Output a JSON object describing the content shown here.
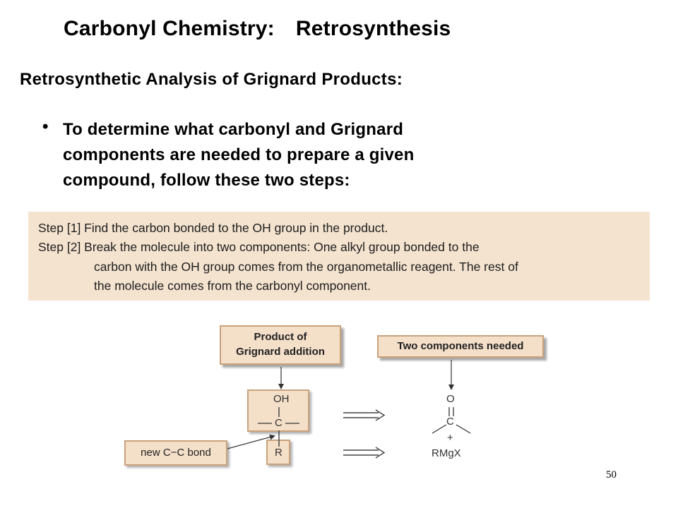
{
  "title": {
    "part1": "Carbonyl Chemistry:",
    "part2": "Retrosynthesis"
  },
  "subtitle": "Retrosynthetic Analysis of Grignard Products:",
  "bullet": {
    "symbol": "•",
    "lines": [
      "To determine what carbonyl and Grignard",
      "components are needed to prepare a given",
      "compound, follow these two steps:"
    ]
  },
  "steps": {
    "line1": "Step [1]  Find the carbon bonded to the OH group in the product.",
    "line2": "Step [2]  Break the molecule into two components: One alkyl group bonded to the",
    "line3": "carbon with the OH group comes from the organometallic reagent. The rest of",
    "line4": "the molecule comes from the carbonyl component."
  },
  "diagram": {
    "product_label": [
      "Product of",
      "Grignard addition"
    ],
    "components_label": "Two components needed",
    "new_bond_label": "new C−C bond",
    "oh": "OH",
    "carbon": "C",
    "r_group": "R",
    "carbonyl_o": "O",
    "carbonyl_c": "C",
    "plus": "+",
    "reagent": "RMgX"
  },
  "slide_number": "50",
  "colors": {
    "steps_background": "#f4e3cf",
    "box_fill": "#f4dfc9",
    "box_border": "#c9a27c"
  }
}
